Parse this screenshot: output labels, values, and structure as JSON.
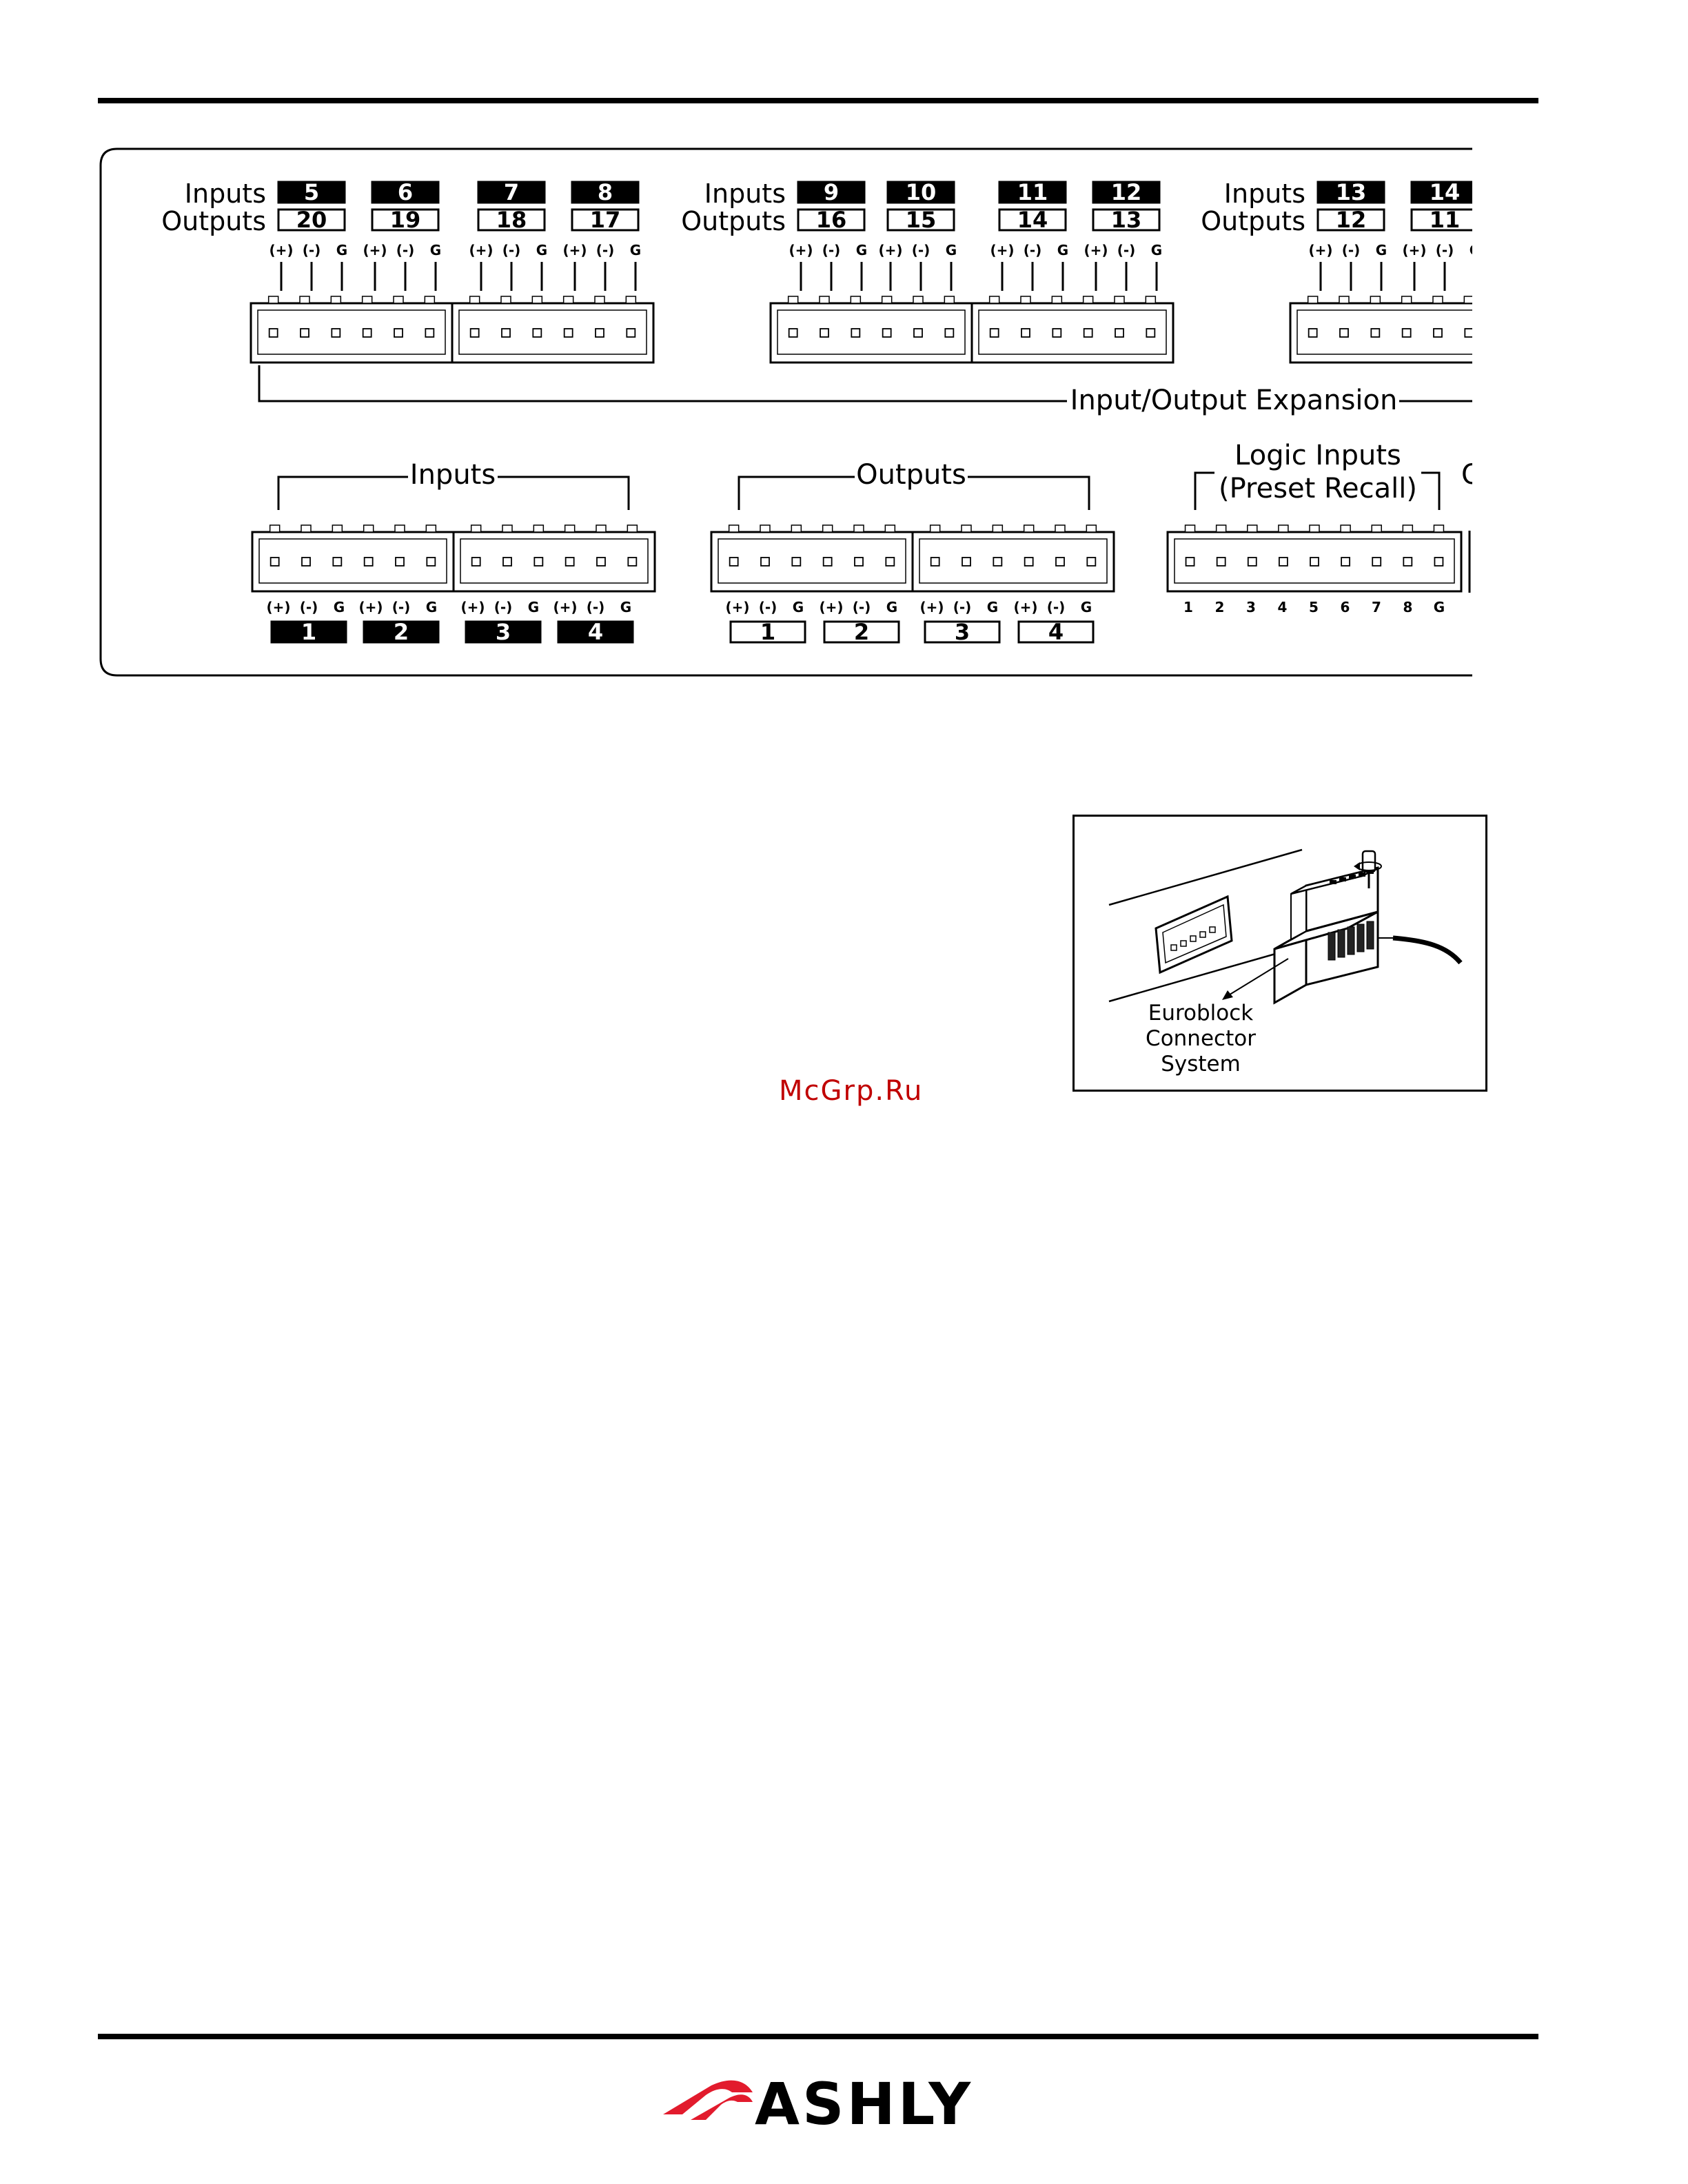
{
  "expansion_groups": [
    {
      "inputs_label": "Inputs",
      "outputs_label": "Outputs",
      "inputs": [
        "5",
        "6",
        "7",
        "8"
      ],
      "outputs": [
        "20",
        "19",
        "18",
        "17"
      ]
    },
    {
      "inputs_label": "Inputs",
      "outputs_label": "Outputs",
      "inputs": [
        "9",
        "10",
        "11",
        "12"
      ],
      "outputs": [
        "16",
        "15",
        "14",
        "13"
      ]
    },
    {
      "inputs_label": "Inputs",
      "outputs_label": "Outputs",
      "inputs": [
        "13",
        "14"
      ],
      "outputs": [
        "12",
        "11"
      ]
    }
  ],
  "pin_labels": [
    "(+)",
    "(-)",
    "G"
  ],
  "expansion_label": "Input/Output Expansion",
  "main_inputs": {
    "label": "Inputs",
    "channels": [
      "1",
      "2",
      "3",
      "4"
    ]
  },
  "main_outputs": {
    "label": "Outputs",
    "channels": [
      "1",
      "2",
      "3",
      "4"
    ]
  },
  "logic_inputs": {
    "label_line1": "Logic Inputs",
    "label_line2": "(Preset Recall)",
    "pins": [
      "1",
      "2",
      "3",
      "4",
      "5",
      "6",
      "7",
      "8",
      "G"
    ]
  },
  "cut_off_label": "O",
  "euroblock": {
    "caption_line1": "Euroblock",
    "caption_line2": "Connector",
    "caption_line3": "System"
  },
  "watermark": "McGrp.Ru",
  "logo": {
    "text": "ASHLY",
    "color": "#e21b2d"
  }
}
